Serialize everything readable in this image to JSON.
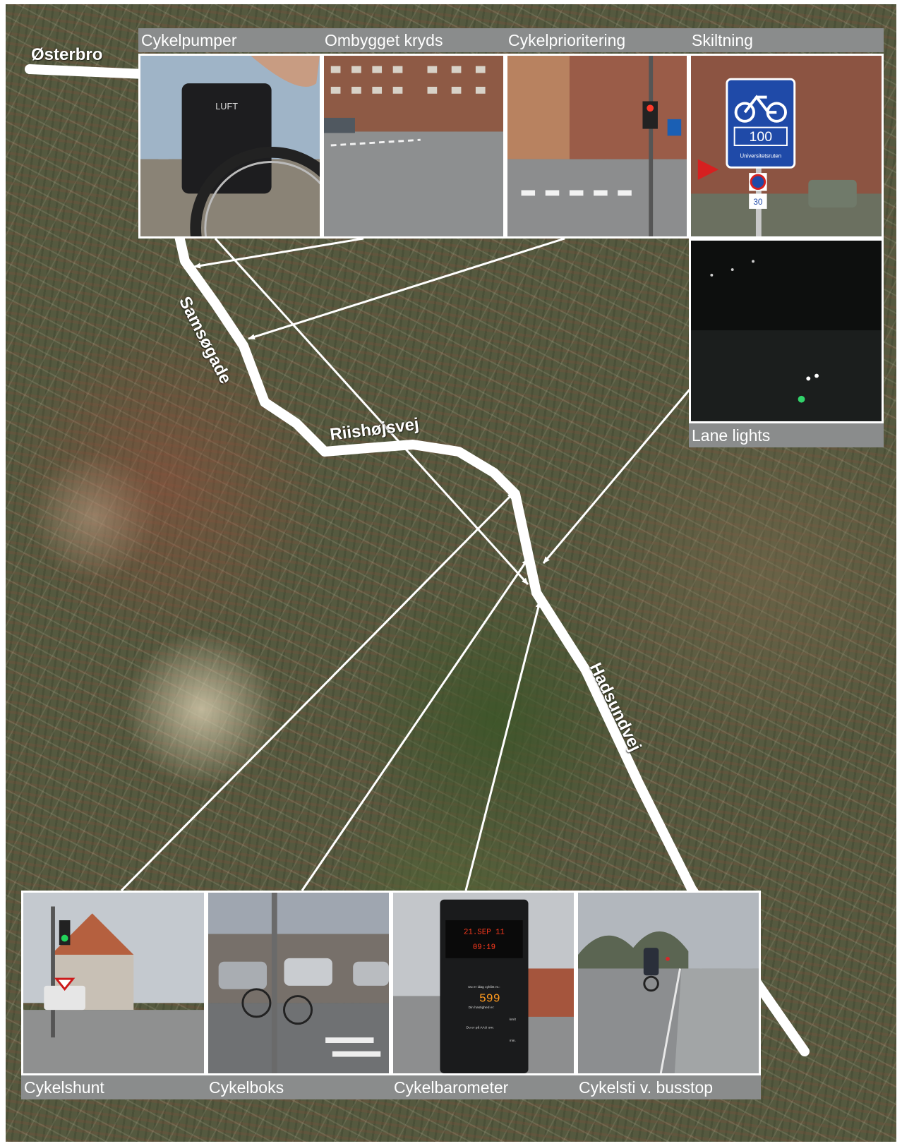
{
  "photos_top": [
    {
      "id": "cykelpumper",
      "caption": "Cykelpumper",
      "sign_text": "LUFT"
    },
    {
      "id": "ombygget-kryds",
      "caption": "Ombygget kryds"
    },
    {
      "id": "cykelprioritering",
      "caption": "Cykelprioritering"
    },
    {
      "id": "skiltning",
      "caption": "Skiltning",
      "route_number": "100",
      "route_name": "Universitetsruten",
      "speed_sign": "30"
    }
  ],
  "photo_side": {
    "id": "lane-lights",
    "caption": "Lane lights"
  },
  "photos_bottom": [
    {
      "id": "cykelshunt",
      "caption": "Cykelshunt"
    },
    {
      "id": "cykelboks",
      "caption": "Cykelboks"
    },
    {
      "id": "cykelbarometer",
      "caption": "Cykelbarometer",
      "display_date": "21.SEP 11",
      "display_time": "09:19",
      "line1": "Du er idag cyklist nr.:",
      "counter": "599",
      "line2": "Din hastighed er:",
      "unit1": "km/t",
      "line3": "Du er på AAU om:",
      "unit2": "min."
    },
    {
      "id": "cykelsti",
      "caption": "Cykelsti v. busstop"
    }
  ],
  "road_labels": {
    "osterbro": "Østerbro",
    "samsogade": "Samsøgade",
    "riishojsvej": "Riishøjsvej",
    "hadsundvej": "Hadsundvej"
  },
  "colors": {
    "route": "#ffffff",
    "caption_bg": "#8a8c8c",
    "caption_text": "#ffffff"
  }
}
